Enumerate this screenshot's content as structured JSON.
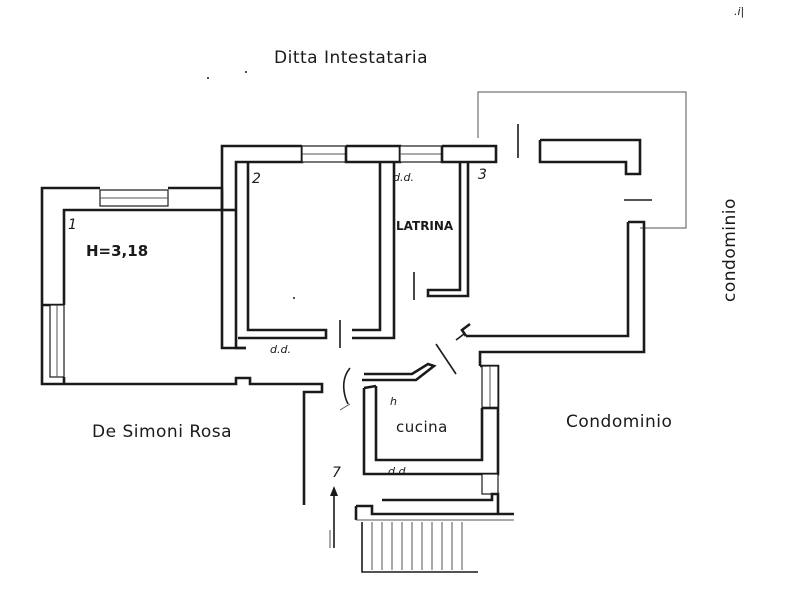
{
  "labels": {
    "top_owner": "Ditta Intestataria",
    "left_owner": "De Simoni Rosa",
    "right_bottom": "Condominio",
    "right_vertical": "condominio",
    "room_latrina": "LATRINA",
    "room_cucina": "cucina",
    "height": "H=3,18",
    "room_num_1": "1",
    "room_num_2": "2",
    "room_num_3": "3",
    "entrance_num": "7",
    "dd_latrina": "d.d.",
    "dd_room2": "d.d.",
    "dd_cucina": "d.d.",
    "cucina_mark": "h",
    "corner_mark": ".i|"
  },
  "colors": {
    "ink": "#1a1a1a",
    "paper": "#ffffff"
  }
}
